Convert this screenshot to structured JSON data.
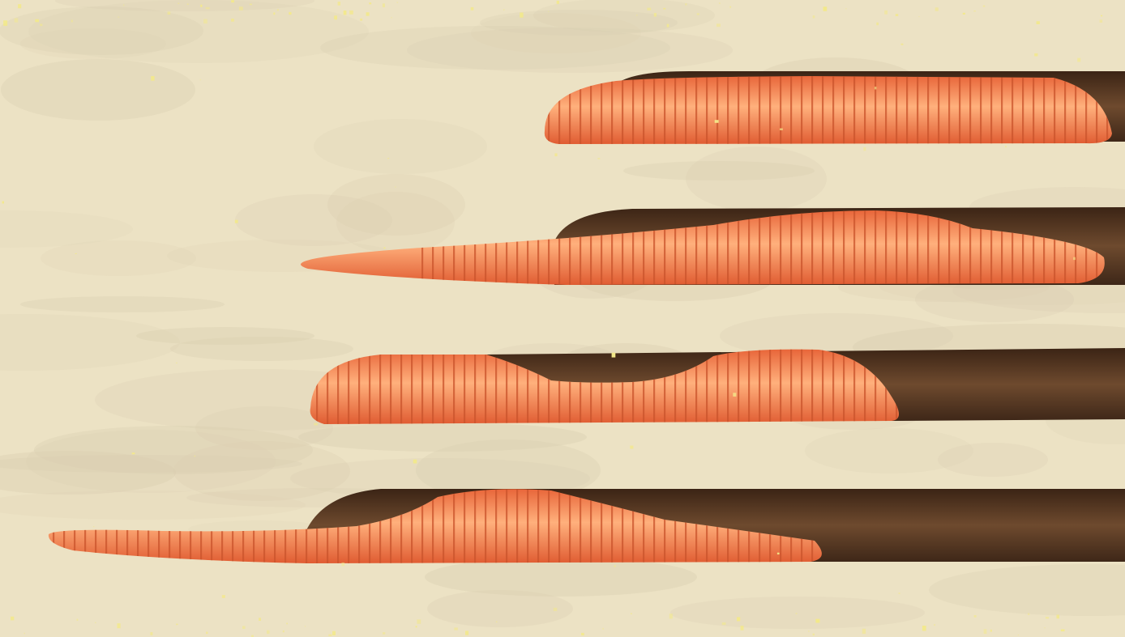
{
  "colors": {
    "background": "#ece2c4",
    "background_blotch": "#d9cdb0",
    "burrow": "#4a2f1c",
    "burrow_highlight": "#6e4a2e",
    "worm": "#f07a45",
    "worm_highlight": "#ffb07c",
    "worm_segment": "#c9532a",
    "speckle": "#f3e98a"
  },
  "diagram": {
    "stages": [
      {
        "id": "stage-1",
        "worm_shape": "contracted",
        "tail_extended": false
      },
      {
        "id": "stage-2",
        "worm_shape": "extended-forward",
        "tail_extended": true
      },
      {
        "id": "stage-3",
        "worm_shape": "two-bulges",
        "tail_extended": false
      },
      {
        "id": "stage-4",
        "worm_shape": "extended-forward-bulge",
        "tail_extended": true
      }
    ]
  }
}
